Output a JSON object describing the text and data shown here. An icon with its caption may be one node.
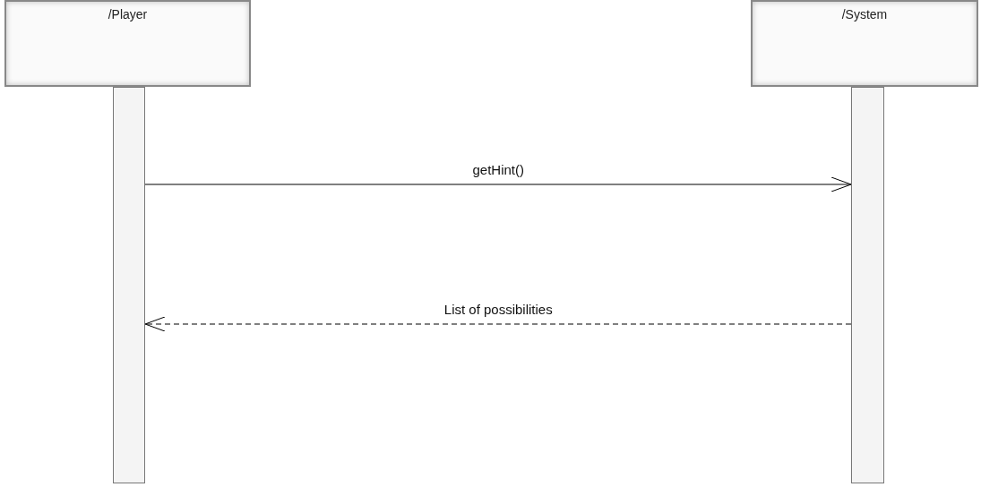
{
  "diagram": {
    "nodes": [
      {
        "text": [
          "/Player"
        ]
      },
      {
        "text": [
          "/System"
        ]
      },
      {
        "text": [],
        "shape": "bar"
      },
      {
        "text": [],
        "shape": "bar"
      }
    ],
    "edges": [
      {
        "from": 2,
        "to": 3,
        "arrow": "to",
        "label": "getHint()"
      },
      {
        "from": 3,
        "to": 2,
        "arrow": "to",
        "label": "List of possibilities",
        "style": "dashed"
      }
    ]
  }
}
